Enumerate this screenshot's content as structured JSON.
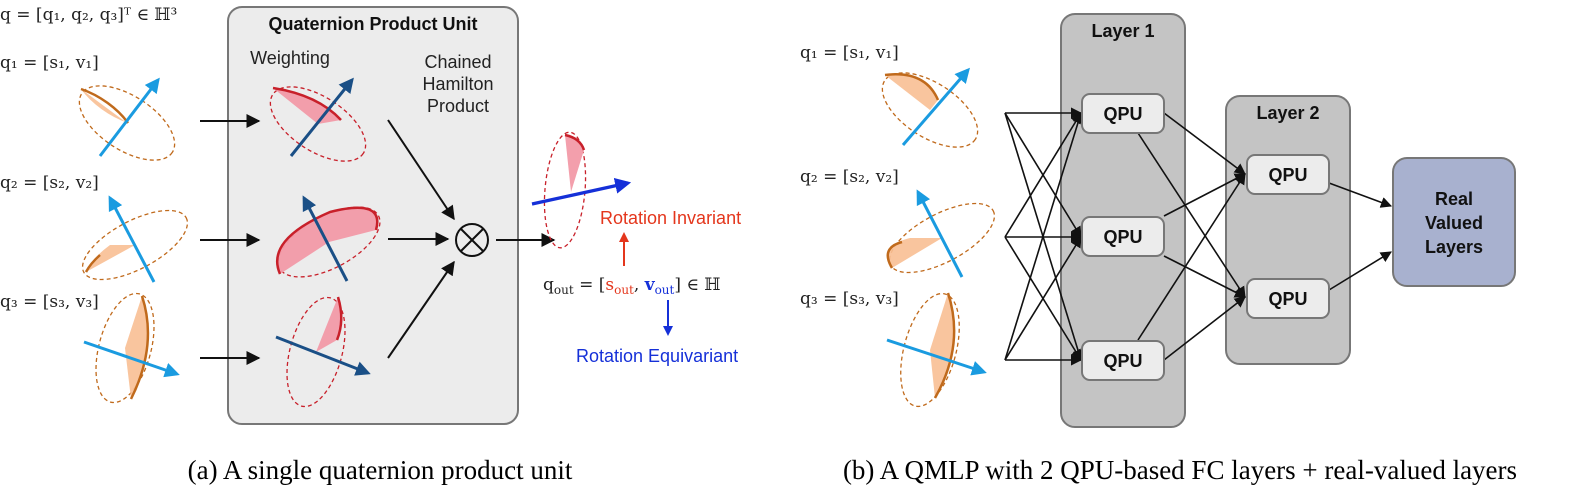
{
  "panel_a": {
    "q_def": "q = [q₁, q₂, q₃]ᵀ ∈ ℍ³",
    "inputs": [
      "q₁ = [s₁, v₁]",
      "q₂ = [s₂, v₂]",
      "q₃ = [s₃, v₃]"
    ],
    "unit_title": "Quaternion Product Unit",
    "weighting_label": "Weighting",
    "chained_label_lines": [
      "Chained",
      "Hamilton",
      "Product"
    ],
    "product_symbol": "⊗",
    "output_parts": {
      "prefix": "q",
      "prefix_sub": "out",
      "eq_open": " = [",
      "s": "s",
      "s_sub": "out",
      "comma": ", ",
      "v": "v",
      "v_sub": "out",
      "close": "] ∈ ℍ"
    },
    "invariant_label": "Rotation Invariant",
    "equivariant_label": "Rotation Equivariant",
    "caption": "(a) A single quaternion product unit"
  },
  "panel_b": {
    "inputs": [
      "q₁ = [s₁, v₁]",
      "q₂ = [s₂, v₂]",
      "q₃ = [s₃, v₃]"
    ],
    "layer1_title": "Layer 1",
    "layer2_title": "Layer 2",
    "qpu_label": "QPU",
    "real_lines": [
      "Real",
      "Valued",
      "Layers"
    ],
    "caption": "(b) A QMLP with 2 QPU-based FC layers + real-valued layers"
  },
  "colors": {
    "blue_arrow": "#1a9be0",
    "dark_blue_arrow": "#1a4f86",
    "out_blue": "#1530d8",
    "orange_fill": "#f8bf93",
    "orange_stroke": "#c06a1c",
    "pink_fill": "#f29aa8",
    "red_stroke": "#c8202a",
    "invariant_red": "#e4361c",
    "equivariant_blue": "#1530d8",
    "box_light": "#ececec",
    "box_gray": "#c4c4c4",
    "real_box": "#a8b1cf"
  }
}
